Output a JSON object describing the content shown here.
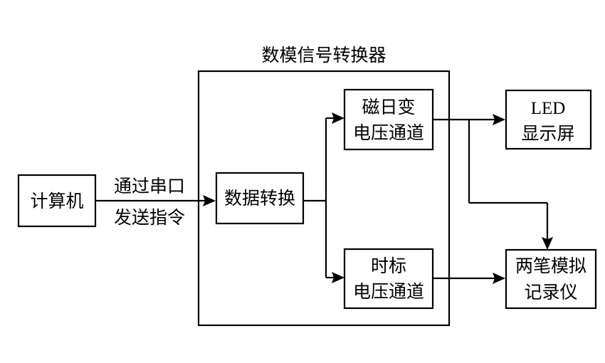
{
  "group_title": "数模信号转换器",
  "computer": "计算机",
  "link_label": [
    "通过串口",
    "发送指令"
  ],
  "data_convert": "数据转换",
  "mag_channel": [
    "磁日变",
    "电压通道"
  ],
  "time_channel": [
    "时标",
    "电压通道"
  ],
  "led_display": [
    "LED",
    "显示屏"
  ],
  "recorder": [
    "两笔模拟",
    "记录仪"
  ]
}
